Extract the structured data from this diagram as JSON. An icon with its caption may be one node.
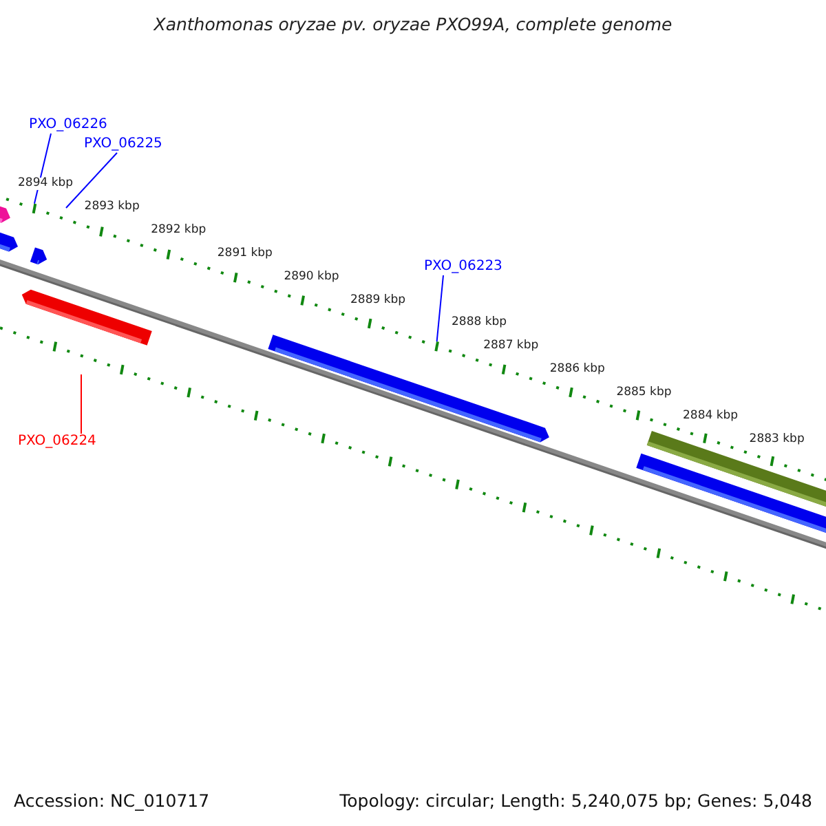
{
  "diagram": {
    "title": "Xanthomonas oryzae pv. oryzae PXO99A, complete genome",
    "nodes": [
      {
        "text": [
          "PXO_06226"
        ]
      },
      {
        "text": [
          "PXO_06225"
        ]
      },
      {
        "text": [
          "PXO_06223"
        ]
      },
      {
        "text": [
          "PXO_06224"
        ]
      },
      {
        "text": [],
        "shape": "bar"
      },
      {
        "text": [],
        "shape": "bar"
      }
    ],
    "edges": [
      {
        "from": 0,
        "to": 4,
        "arrow": "none"
      },
      {
        "from": 1,
        "to": null,
        "arrow": "none"
      },
      {
        "from": 2,
        "to": 5,
        "arrow": "none"
      },
      {
        "from": 3,
        "to": null,
        "arrow": "none",
        "color": "#ff0000"
      }
    ],
    "labels": [
      "2894 kbp",
      "2893 kbp",
      "2892 kbp",
      "2891 kbp",
      "2890 kbp",
      "2889 kbp",
      "2888 kbp",
      "2887 kbp",
      "2886 kbp",
      "2885 kbp",
      "2884 kbp",
      "2883 kbp",
      "Accession: NC_010717",
      "Topology: circular; Length: 5,240,075 bp; Genes: 5,048"
    ]
  }
}
